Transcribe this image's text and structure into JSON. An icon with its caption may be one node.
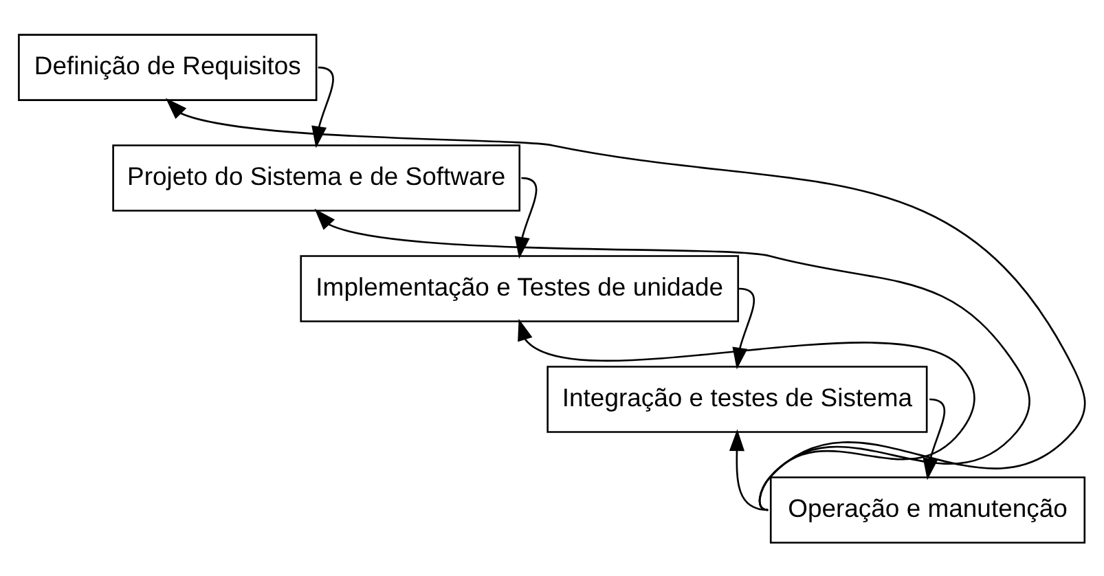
{
  "diagram": {
    "nodes": [
      {
        "text": [
          "Definição de Requisitos"
        ]
      },
      {
        "text": [
          "Projeto do Sistema e de Software"
        ]
      },
      {
        "text": [
          "Implementação e Testes de unidade"
        ]
      },
      {
        "text": [
          "Integração e testes de Sistema"
        ]
      },
      {
        "text": [
          "Operação e manutenção"
        ]
      }
    ],
    "edges": [
      {
        "from": 0,
        "to": 1,
        "arrow": "to"
      },
      {
        "from": 1,
        "to": 2,
        "arrow": "to"
      },
      {
        "from": 2,
        "to": 3,
        "arrow": "to"
      },
      {
        "from": 3,
        "to": 4,
        "arrow": "to"
      },
      {
        "from": 4,
        "to": 0,
        "arrow": "to"
      },
      {
        "from": 4,
        "to": 1,
        "arrow": "to"
      },
      {
        "from": 4,
        "to": 2,
        "arrow": "to"
      },
      {
        "from": 4,
        "to": 3,
        "arrow": "to"
      }
    ]
  }
}
